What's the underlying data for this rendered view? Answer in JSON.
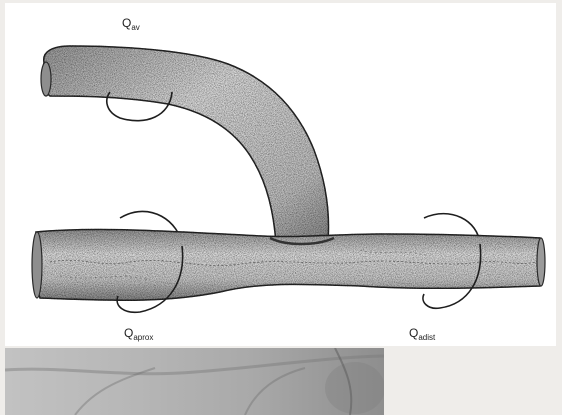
{
  "labels": {
    "q_av": {
      "main": "Q",
      "sub": "av"
    },
    "q_aprox": {
      "main": "Q",
      "sub": "aprox"
    },
    "q_adist": {
      "main": "Q",
      "sub": "adist"
    }
  },
  "colors": {
    "background": "#efedea",
    "panel": "#ffffff",
    "vessel_fill": "#cfcfcf",
    "vessel_outline": "#2a2a2a",
    "ring": "#1e1e1e"
  }
}
